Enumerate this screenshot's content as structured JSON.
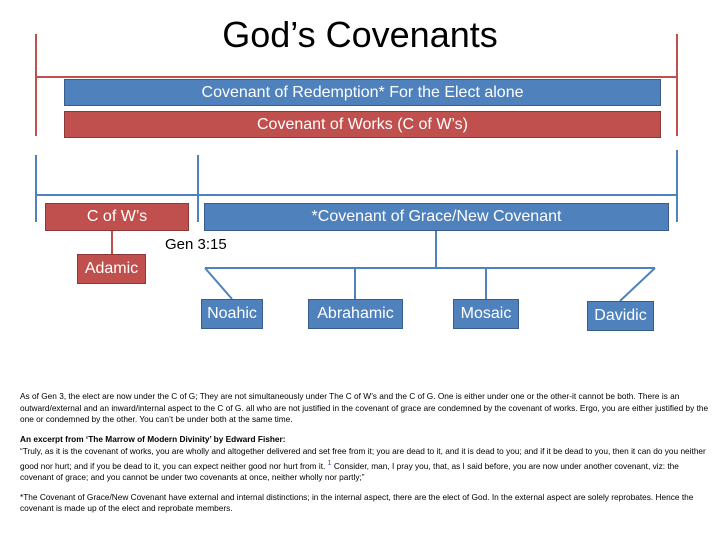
{
  "title": "God’s Covenants",
  "boxes": {
    "redemption": "Covenant of Redemption* For the Elect alone",
    "works": "Covenant of Works (C of W’s)",
    "cofw": "C of W’s",
    "grace": "*Covenant of Grace/New Covenant",
    "adamic": "Adamic",
    "noahic": "Noahic",
    "abrahamic": "Abrahamic",
    "mosaic": "Mosaic",
    "davidic": "Davidic"
  },
  "gen_label": "Gen 3:15",
  "notes": {
    "para1": "As of Gen 3, the elect are now under the C of G; They are not simultaneously under The C of W’s and the C of G. One is either under one or the other-it cannot be both. There is an outward/external and an inward/internal aspect to the C of G. all who are not justified in the covenant of grace are condemned by the covenant of works. Ergo, you are either justified by the one or condemned by the other. You can’t be under both at the same time.",
    "excerpt_heading": "An excerpt from ‘The Marrow of Modern Divinity’ by Edward Fisher:",
    "quote_a": "“Truly, as it is the covenant of works, you are wholly and altogether delivered and set free from it; you are dead to it, and it is dead to you; and if it be dead to you, then it can do you neither good nor hurt; and if you be dead to it, you can expect neither good nor hurt from it.",
    "footnote": "1",
    "quote_b": "Consider, man, I pray you, that, as I said before, you are now under another covenant, viz: the covenant of grace; and you cannot be under two covenants at once, neither wholly nor partly;”",
    "para3": "*The Covenant of Grace/New Covenant have external and internal distinctions; in the internal aspect, there are the elect of God. In the external aspect are solely reprobates. Hence the covenant is made up of the elect and reprobate members."
  },
  "colors": {
    "blue": "#4f81bd",
    "red": "#c0504d"
  }
}
